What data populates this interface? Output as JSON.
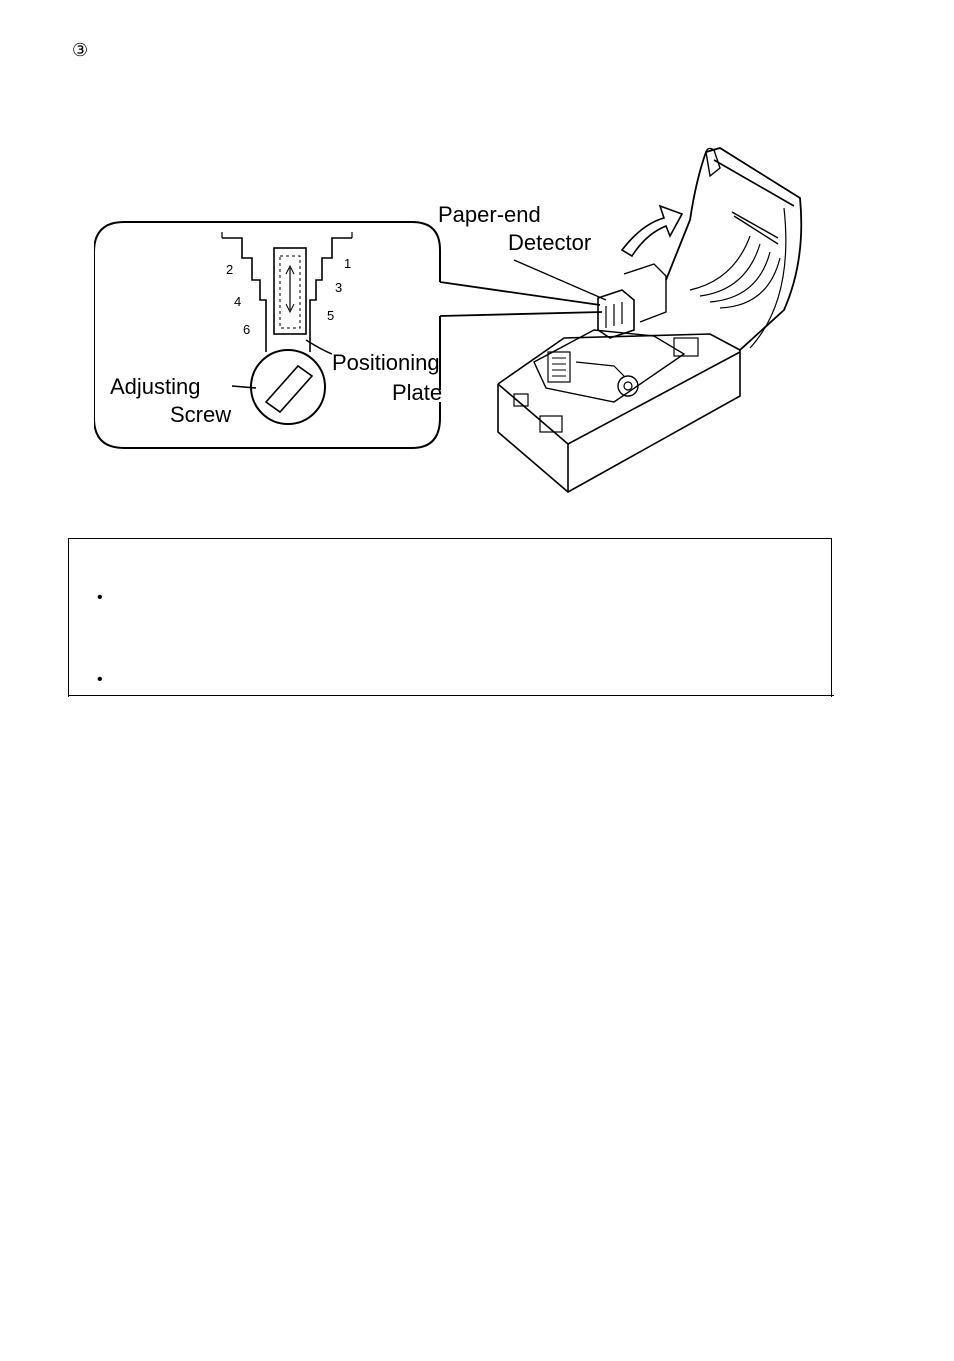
{
  "step": {
    "marker": "③"
  },
  "figure": {
    "callouts": {
      "paper_end_line1": "Paper-end",
      "paper_end_line2": "Detector",
      "positioning_line1": "Positioning",
      "positioning_line2": "Plate",
      "adjusting_line1": "Adjusting",
      "adjusting_line2": "Screw"
    },
    "position_numbers": [
      "1",
      "2",
      "3",
      "4",
      "5",
      "6"
    ]
  },
  "note": {
    "bullets": [
      "•",
      "•"
    ]
  }
}
